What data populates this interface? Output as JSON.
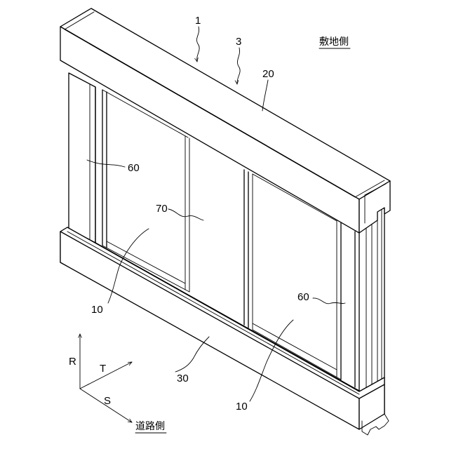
{
  "labels": {
    "ref_1": "1",
    "ref_3": "3",
    "ref_20": "20",
    "ref_60_left": "60",
    "ref_60_right": "60",
    "ref_70": "70",
    "ref_10_left": "10",
    "ref_10_right": "10",
    "ref_30": "30"
  },
  "sides": {
    "site_side": "敷地側",
    "road_side": "道路側"
  },
  "axes": {
    "r": "R",
    "t": "T",
    "s": "S"
  }
}
